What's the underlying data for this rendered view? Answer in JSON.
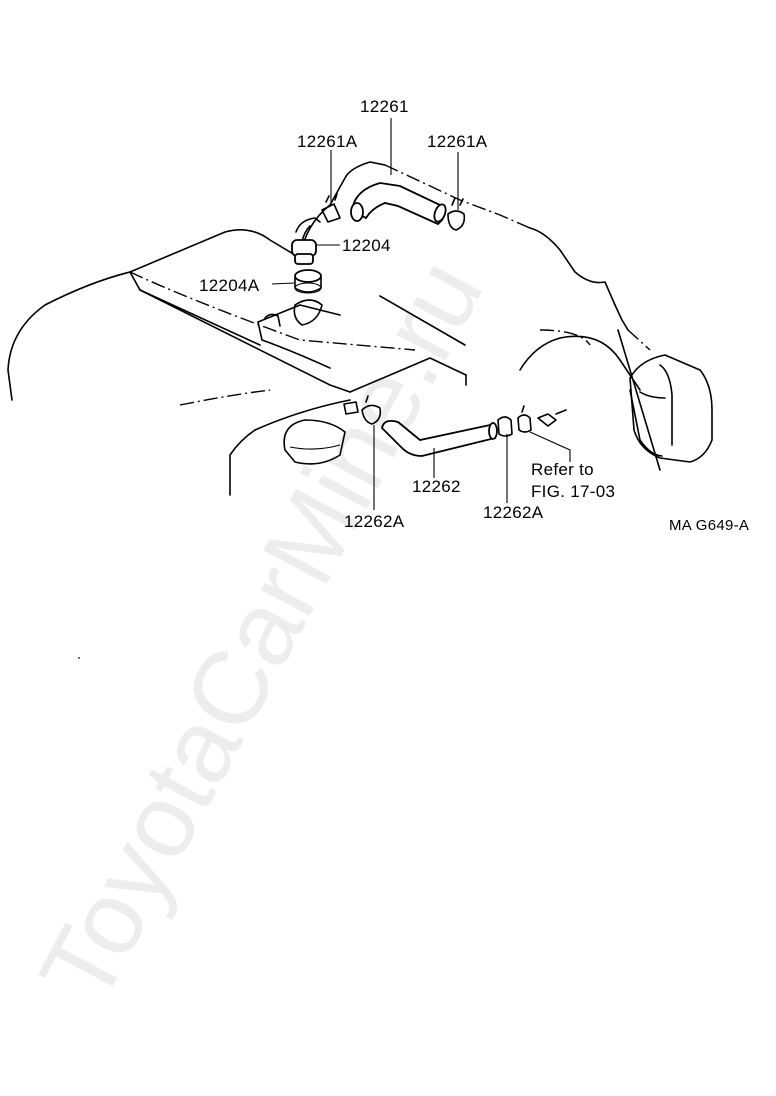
{
  "labels": {
    "hose_upper": "12261",
    "clamp_upper_left": "12261A",
    "clamp_upper_right": "12261A",
    "pcv_valve": "12204",
    "grommet": "12204A",
    "hose_lower": "12262",
    "clamp_lower_left": "12262A",
    "clamp_lower_right": "12262A",
    "refer_line1": "Refer to",
    "refer_line2": "FIG. 17-03",
    "figure_code": "MA G649-A"
  },
  "watermark": "ToyotaCarMine.ru"
}
